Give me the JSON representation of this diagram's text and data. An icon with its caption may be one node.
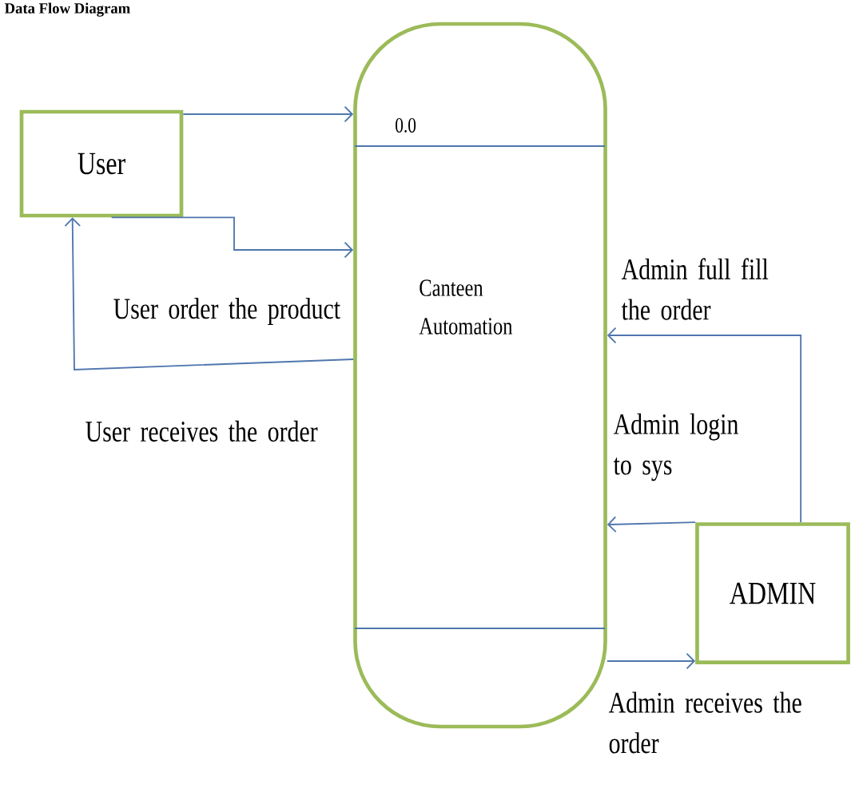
{
  "diagram": {
    "title": "Data Flow Diagram",
    "nodes": [
      {
        "text": [
          "User"
        ]
      },
      {
        "text": [
          "0.0",
          "Canteen Automation"
        ]
      },
      {
        "text": [
          "ADMIN"
        ]
      }
    ],
    "edges": [
      {
        "from": 0,
        "to": 1,
        "arrow": "to"
      },
      {
        "from": 0,
        "to": 1,
        "arrow": "to",
        "label": "User order the product"
      },
      {
        "from": 1,
        "to": 0,
        "arrow": "to",
        "label": "User receives the order"
      },
      {
        "from": 2,
        "to": 1,
        "arrow": "to",
        "label": "Admin full fill the order"
      },
      {
        "from": 2,
        "to": 1,
        "arrow": "to",
        "label": "Admin login to sys"
      },
      {
        "from": 1,
        "to": 2,
        "arrow": "to",
        "label": "Admin receives the order"
      }
    ]
  }
}
